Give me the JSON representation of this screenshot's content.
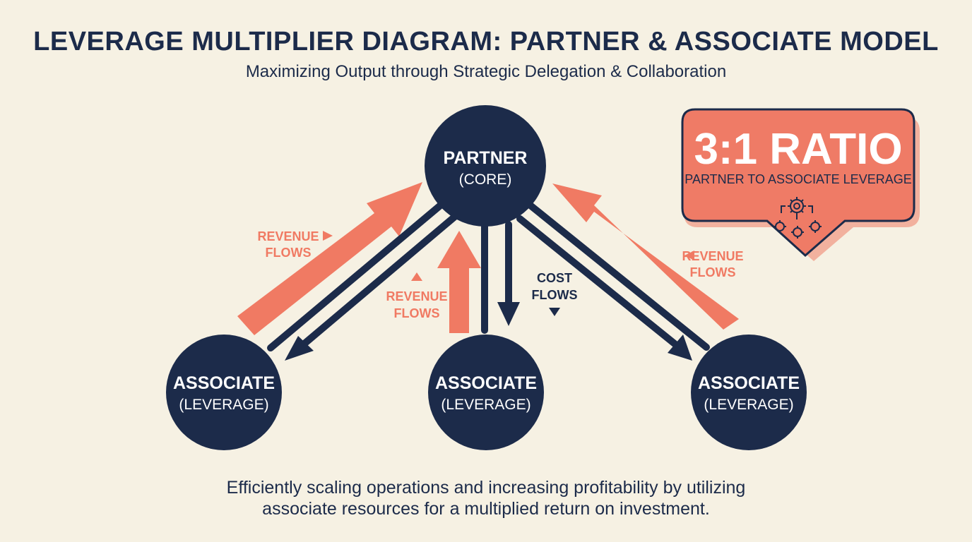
{
  "title": "LEVERAGE MULTIPLIER DIAGRAM: PARTNER & ASSOCIATE MODEL",
  "subtitle": "Maximizing Output through Strategic Delegation & Collaboration",
  "colors": {
    "navy": "#1c2b4a",
    "coral": "#f07a63",
    "background": "#f6f1e3",
    "callout": "#ef7b66"
  },
  "partner": {
    "title": "PARTNER",
    "subtitle": "(CORE)"
  },
  "associates": [
    {
      "title": "ASSOCIATE",
      "subtitle": "(LEVERAGE)"
    },
    {
      "title": "ASSOCIATE",
      "subtitle": "(LEVERAGE)"
    },
    {
      "title": "ASSOCIATE",
      "subtitle": "(LEVERAGE)"
    }
  ],
  "flows": {
    "revenue_left": [
      "REVENUE",
      "FLOWS"
    ],
    "revenue_center": [
      "REVENUE",
      "FLOWS"
    ],
    "revenue_right": [
      "REVENUE",
      "FLOWS"
    ],
    "cost": [
      "COST",
      "FLOWS"
    ]
  },
  "ratio": {
    "value": "3:1 RATIO",
    "caption": "PARTNER TO ASSOCIATE LEVERAGE",
    "icon": "gears-icon"
  },
  "footer": [
    "Efficiently scaling operations and increasing profitability by utilizing",
    "associate resources for a multiplied return on investment."
  ]
}
